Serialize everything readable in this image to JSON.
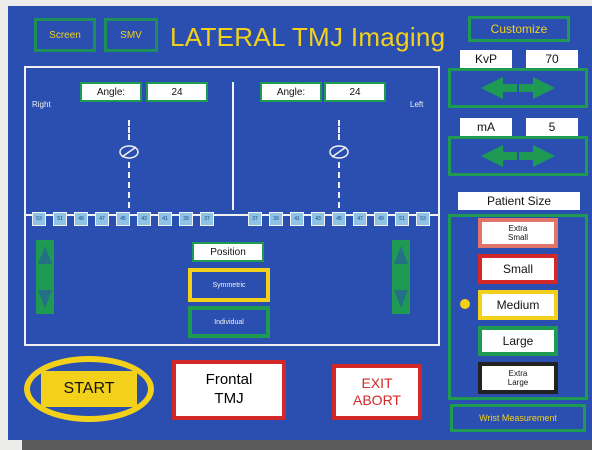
{
  "header": {
    "screen_label": "Screen",
    "smv_label": "SMV",
    "title": "LATERAL TMJ Imaging",
    "customize_label": "Customize"
  },
  "panel": {
    "right_label": "Right",
    "left_label": "Left",
    "left_angle": {
      "label": "Angle:",
      "value": "24"
    },
    "right_angle": {
      "label": "Angle:",
      "value": "24"
    },
    "ticks_left": [
      "53",
      "51",
      "49",
      "47",
      "45",
      "43",
      "41",
      "39",
      "37"
    ],
    "ticks_right": [
      "37",
      "39",
      "41",
      "43",
      "45",
      "47",
      "49",
      "51",
      "53"
    ],
    "position_label": "Position",
    "symmetric_label": "Symmetric",
    "individual_label": "Individual"
  },
  "actions": {
    "start_label": "START",
    "frontal_line1": "Frontal",
    "frontal_line2": "TMJ",
    "exit_line1": "EXIT",
    "exit_line2": "ABORT"
  },
  "settings": {
    "kvp_label": "KvP",
    "kvp_value": "70",
    "ma_label": "mA",
    "ma_value": "5"
  },
  "patient_size": {
    "header": "Patient Size",
    "extra_small_line1": "Extra",
    "extra_small_line2": "Small",
    "small": "Small",
    "medium": "Medium",
    "large": "Large",
    "extra_large_line1": "Extra",
    "extra_large_line2": "Large",
    "selected": "Medium"
  },
  "wrist_label": "Wrist Measurement",
  "colors": {
    "screen_blue": "#2a4fb0",
    "accent_yellow": "#f3d11a",
    "green": "#1e9a52",
    "red": "#d2282a"
  }
}
